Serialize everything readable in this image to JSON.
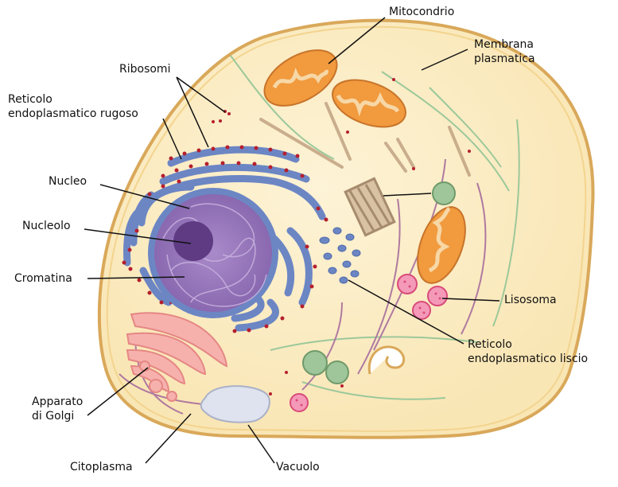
{
  "labels": {
    "mitocondrio": "Mitocondrio",
    "membrana_1": "Membrana",
    "membrana_2": "plasmatica",
    "ribosomi": "Ribosomi",
    "rer_1": "Reticolo",
    "rer_2": "endoplasmatico rugoso",
    "nucleo": "Nucleo",
    "nucleolo": "Nucleolo",
    "cromatina": "Cromatina",
    "lisosoma": "Lisosoma",
    "rel_1": "Reticolo",
    "rel_2": "endoplasmatico liscio",
    "golgi_1": "Apparato",
    "golgi_2": "di Golgi",
    "citoplasma": "Citoplasma",
    "vacuolo": "Vacuolo"
  },
  "colors": {
    "cell_fill": "#fbefc6",
    "membrane": "#d9a85a",
    "nucleus": "#8c6bb1",
    "nucleolus": "#5e3b83",
    "er": "#6c86c4",
    "ribosome": "#b51f2e",
    "mito": "#f19a3e",
    "lysosome": "#e34d7d",
    "golgi": "#f39b9b",
    "vacuole": "#dfe3ef",
    "vesicle_green": "#9fc59a"
  }
}
